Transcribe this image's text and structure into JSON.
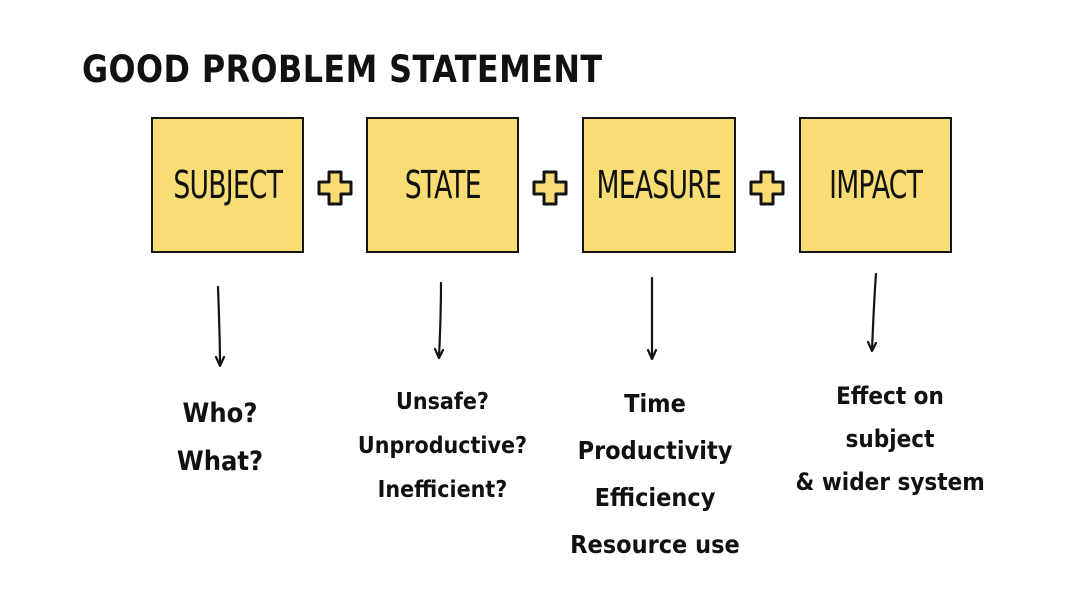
{
  "title": "GOOD PROBLEM STATEMENT",
  "colors": {
    "box_fill": "#f7dd73",
    "outline": "#141414",
    "plus_fill": "#f7dd73"
  },
  "boxes": [
    {
      "label": "SUBJECT"
    },
    {
      "label": "STATE"
    },
    {
      "label": "MEASURE"
    },
    {
      "label": "IMPACT"
    }
  ],
  "connector_icon": "plus-icon",
  "descriptions": [
    {
      "lines": [
        "Who?",
        "What?"
      ]
    },
    {
      "lines": [
        "Unsafe?",
        "Unproductive?",
        "Inefficient?"
      ]
    },
    {
      "lines": [
        "Time",
        "Productivity",
        "Efficiency",
        "Resource use"
      ]
    },
    {
      "lines": [
        "Effect on",
        "subject",
        "& wider system"
      ]
    }
  ]
}
